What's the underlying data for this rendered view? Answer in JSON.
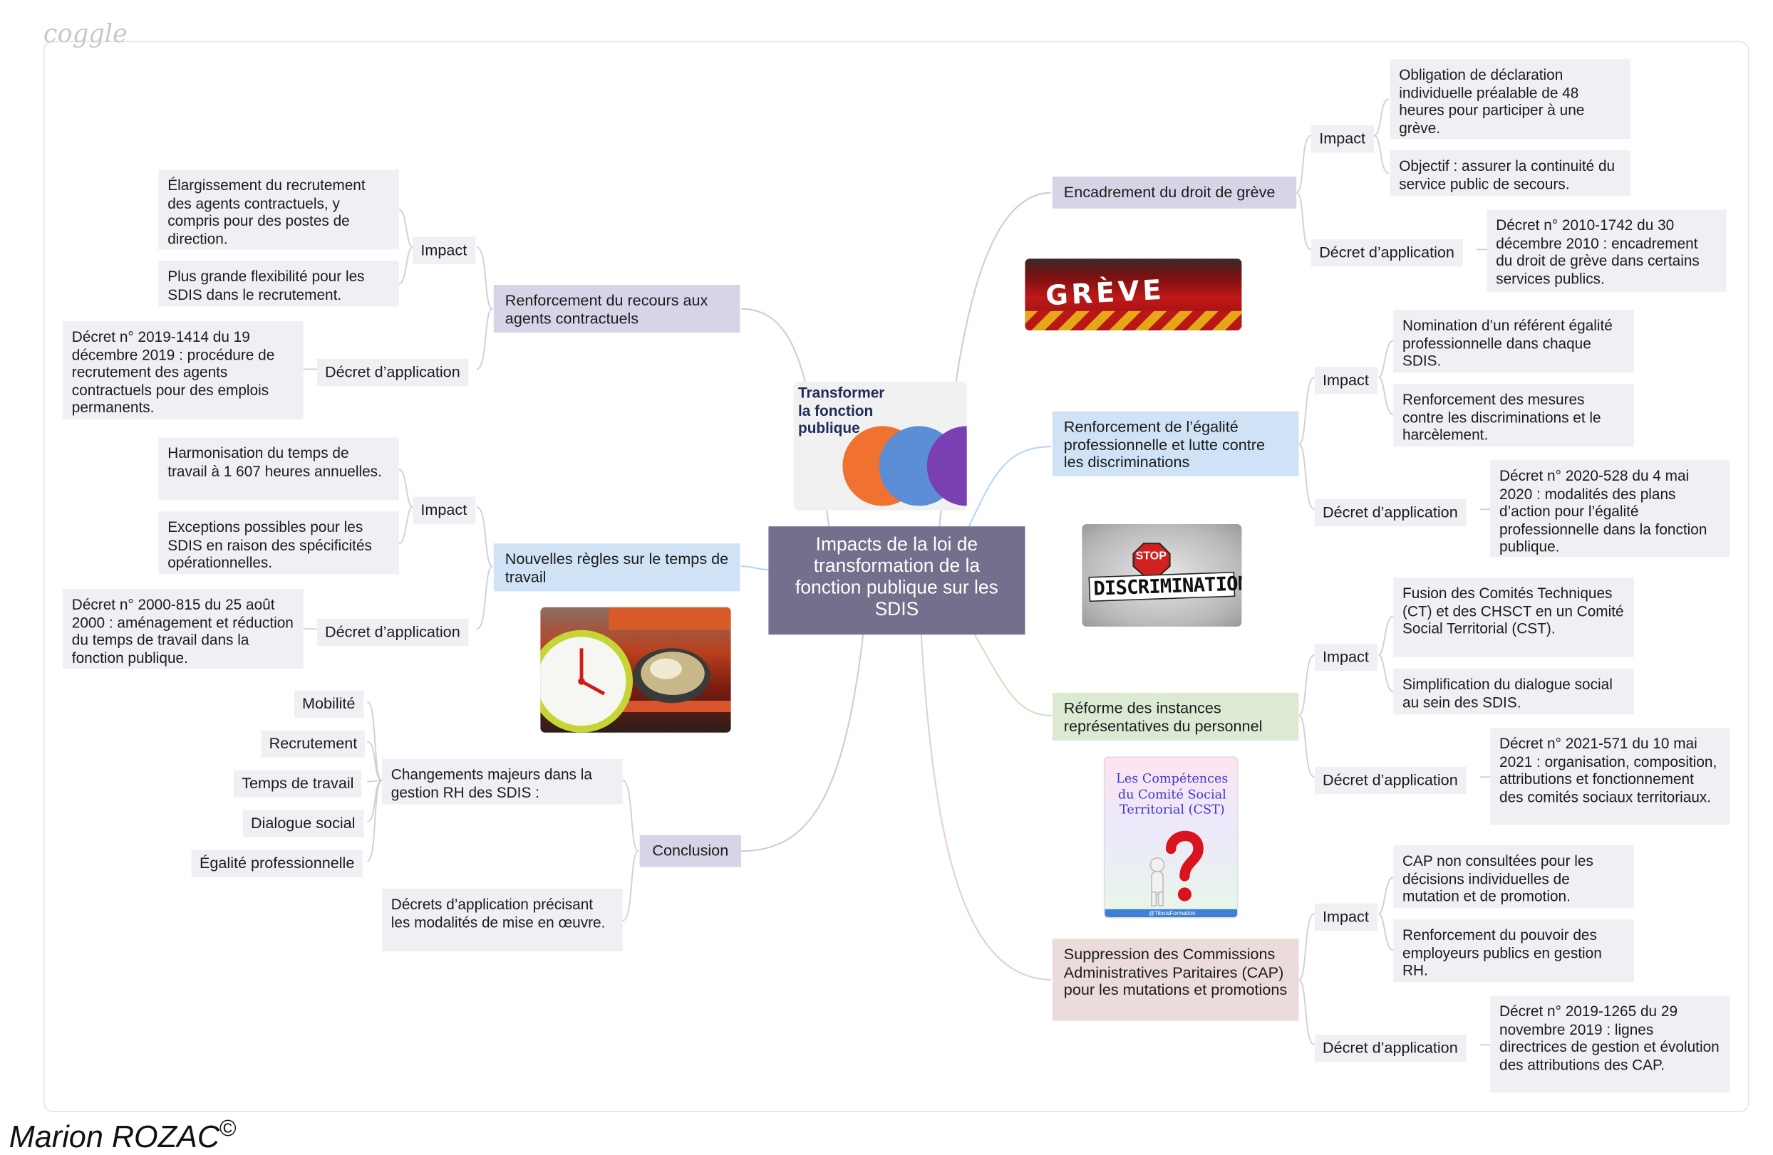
{
  "logo": "coggle",
  "author": "Marion ROZAC",
  "copyright": "©",
  "center": "Impacts de la loi de transformation de la fonction publique sur les SDIS",
  "colors": {
    "center": "#736f8c",
    "purple": "#d9d3e8",
    "blue": "#cfe2f6",
    "green": "#dcead4",
    "red": "#ecdbdb",
    "leaf": "#f0f0f4"
  },
  "labels": {
    "impact": "Impact",
    "decret": "Décret d’application"
  },
  "images": {
    "tfp": "Transformer la fonction publique",
    "greve": "GRÈVE",
    "stop": "STOP",
    "discrimination": "DISCRIMINATION",
    "cst": "Les Compétences du Comité Social Territorial (CST)",
    "cst_footer": "@TiboiaFormation"
  },
  "left": {
    "contractuels": {
      "title": "Renforcement du recours aux agents contractuels",
      "impact1": "Élargissement du recrutement des agents contractuels, y compris pour des postes de direction.",
      "impact2": "Plus grande flexibilité pour les SDIS dans le recrutement.",
      "decret": "Décret n° 2019-1414 du 19 décembre 2019 : procédure de recrutement des agents contractuels pour des emplois permanents."
    },
    "temps": {
      "title": "Nouvelles règles sur le temps de travail",
      "impact1": "Harmonisation du temps de travail à 1 607 heures annuelles.",
      "impact2": "Exceptions possibles pour les SDIS en raison des spécificités opérationnelles.",
      "decret": "Décret n° 2000-815 du 25 août 2000 : aménagement et réduction du temps de travail dans la fonction publique."
    },
    "conclusion": {
      "title": "Conclusion",
      "changements": "Changements majeurs dans la gestion RH des SDIS :",
      "items": [
        "Mobilité",
        "Recrutement",
        "Temps de travail",
        "Dialogue social",
        "Égalité professionnelle"
      ],
      "decrets": "Décrets d’application précisant les modalités de mise en œuvre."
    }
  },
  "right": {
    "greve": {
      "title": "Encadrement du droit de grève",
      "impact1": "Obligation de déclaration individuelle préalable de 48 heures pour participer à une grève.",
      "impact2": "Objectif : assurer la continuité du service public de secours.",
      "decret": "Décret n° 2010-1742 du 30 décembre 2010 : encadrement du droit de grève dans certains services publics."
    },
    "egalite": {
      "title": "Renforcement de l’égalité professionnelle et lutte contre les discriminations",
      "impact1": "Nomination d’un référent égalité professionnelle dans chaque SDIS.",
      "impact2": "Renforcement des mesures contre les discriminations et le harcèlement.",
      "decret": "Décret n° 2020-528 du 4 mai 2020 : modalités des plans d’action pour l’égalité professionnelle dans la fonction publique."
    },
    "instances": {
      "title": "Réforme des instances représentatives du personnel",
      "impact1": "Fusion des Comités Techniques (CT) et des CHSCT en un Comité Social Territorial (CST).",
      "impact2": "Simplification du dialogue social au sein des SDIS.",
      "decret": "Décret n° 2021-571 du 10 mai 2021 : organisation, composition, attributions et fonctionnement des comités sociaux territoriaux."
    },
    "cap": {
      "title": "Suppression des Commissions Administratives Paritaires (CAP) pour les mutations et promotions",
      "impact1": "CAP non consultées pour les décisions individuelles de mutation et de promotion.",
      "impact2": "Renforcement du pouvoir des employeurs publics en gestion RH.",
      "decret": "Décret n° 2019-1265 du 29 novembre 2019 : lignes directrices de gestion et évolution des attributions des CAP."
    }
  }
}
